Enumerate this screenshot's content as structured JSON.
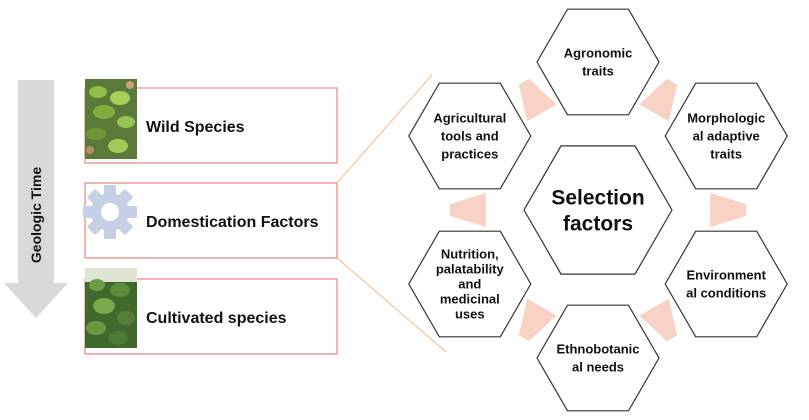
{
  "time_axis": {
    "label": "Geologic Time"
  },
  "stages": [
    {
      "id": "wild",
      "label": "Wild Species",
      "icon": "wild-plant-photo"
    },
    {
      "id": "domestication",
      "label": "Domestication Factors",
      "icon": "gear-icon"
    },
    {
      "id": "cultivated",
      "label": "Cultivated species",
      "icon": "cultivated-plant-photo"
    }
  ],
  "center": {
    "lines": [
      "Selection",
      "factors"
    ]
  },
  "factors": [
    {
      "id": "agronomic",
      "lines": [
        "Agronomic",
        "traits"
      ]
    },
    {
      "id": "morphological",
      "lines": [
        "Morphologic",
        "al adaptive",
        "traits"
      ]
    },
    {
      "id": "environmental",
      "lines": [
        "Environment",
        "al conditions"
      ]
    },
    {
      "id": "ethnobotanic",
      "lines": [
        "Ethnobotanic",
        "al needs"
      ]
    },
    {
      "id": "nutrition",
      "lines": [
        "Nutrition,",
        "palatability",
        "and",
        "medicinal",
        "uses"
      ]
    },
    {
      "id": "agricultural",
      "lines": [
        "Agricultural",
        "tools and",
        "practices"
      ]
    }
  ],
  "colors": {
    "box_border": "#e8867f",
    "connector": "#f2c6a2",
    "wedge": "#f8d2c4",
    "hex_stroke": "#333333",
    "arrow": "#d9d9d9",
    "gear": "#c5d0e6"
  }
}
